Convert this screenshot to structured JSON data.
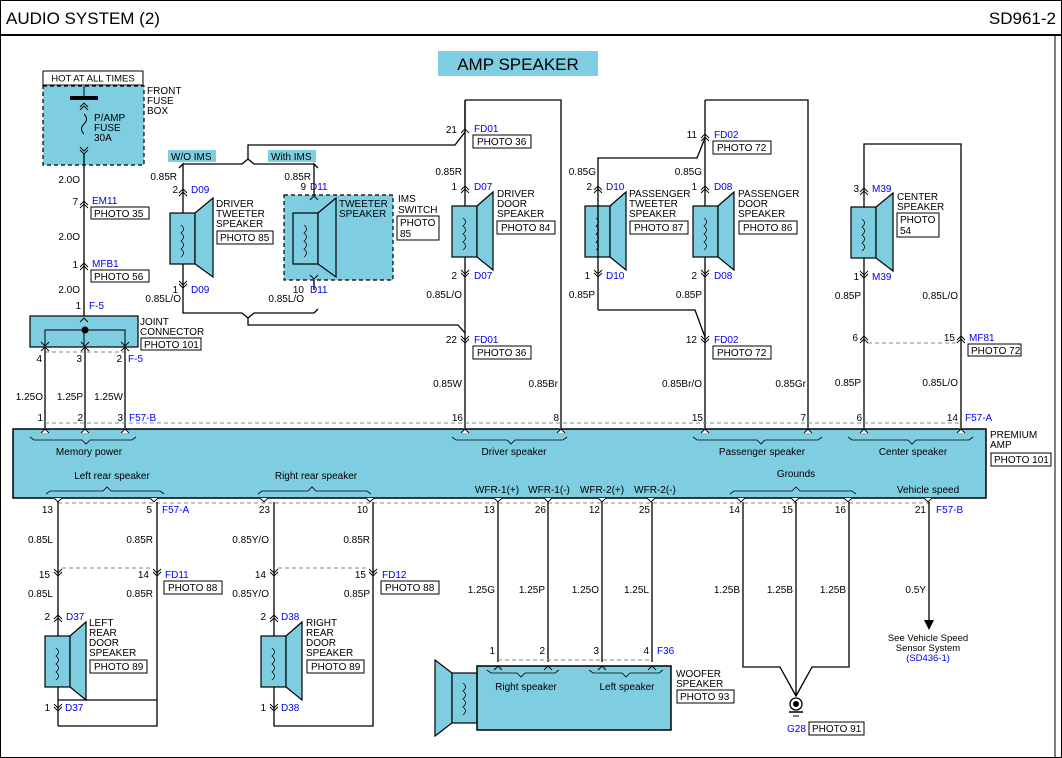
{
  "header": {
    "title": "AUDIO SYSTEM (2)",
    "code": "SD961-2"
  },
  "banner": "AMP SPEAKER",
  "colors": {
    "component_fill": "#7ecde0",
    "link_blue": "#0000ee",
    "wire": "#000000",
    "dashed": "#888888"
  },
  "power": {
    "hot_label": "HOT AT ALL TIMES",
    "fuse_box": [
      "FRONT",
      "FUSE",
      "BOX"
    ],
    "fuse": [
      "P/AMP",
      "FUSE",
      "30A"
    ],
    "wire_top": "2.0O",
    "em11": {
      "pin": "7",
      "connector": "EM11",
      "photo": "PHOTO 35"
    },
    "wire_mid": "2.0O",
    "mfb1": {
      "pin": "1",
      "connector": "MFB1",
      "photo": "PHOTO 56"
    },
    "wire_bottom": "2.0O"
  },
  "joint": {
    "label": [
      "JOINT",
      "CONNECTOR"
    ],
    "photo": "PHOTO 101",
    "in_pin": "1",
    "connector": "F-5",
    "out_pins": [
      "4",
      "3",
      "2"
    ],
    "out_connector": "F-5",
    "wires": [
      "1.25O",
      "1.25P",
      "1.25W"
    ]
  },
  "ims": {
    "wo_label": "W/O IMS",
    "with_label": "With IMS"
  },
  "driver_tweeter": {
    "label": [
      "DRIVER",
      "TWEETER",
      "SPEAKER"
    ],
    "photo": "PHOTO 85",
    "top_wire": "0.85R",
    "top_pin": "2",
    "top_conn": "D09",
    "bot_pin": "1",
    "bot_conn": "D09",
    "bot_wire": "0.85L/O"
  },
  "ims_tweeter": {
    "label": [
      "TWEETER",
      "SPEAKER"
    ],
    "switch_label": [
      "IMS",
      "SWITCH"
    ],
    "photo": [
      "PHOTO",
      "85"
    ],
    "top_wire": "0.85R",
    "top_pin": "9",
    "top_conn": "D11",
    "bot_pin": "10",
    "bot_conn": "D11",
    "bot_wire": "0.85L/O"
  },
  "fd01": {
    "top_pin": "21",
    "connector": "FD01",
    "photo": "PHOTO 36",
    "bot_pin": "22"
  },
  "driver_door": {
    "label": [
      "DRIVER",
      "DOOR",
      "SPEAKER"
    ],
    "photo": "PHOTO 84",
    "top_wire": "0.85R",
    "top_pin": "1",
    "top_conn": "D07",
    "bot_pin": "2",
    "bot_conn": "D07",
    "bot_wire": "0.85L/O",
    "amp_wires": [
      "0.85W",
      "0.85Br"
    ]
  },
  "fd02": {
    "top_pin": "11",
    "connector": "FD02",
    "photo": "PHOTO 72",
    "bot_pin": "12"
  },
  "pass_tweeter": {
    "label": [
      "PASSENGER",
      "TWEETER",
      "SPEAKER"
    ],
    "photo": "PHOTO 87",
    "top_wire": "0.85G",
    "top_pin": "2",
    "top_conn": "D10",
    "bot_pin": "1",
    "bot_conn": "D10",
    "bot_wire": "0.85P"
  },
  "pass_door": {
    "label": [
      "PASSENGER",
      "DOOR",
      "SPEAKER"
    ],
    "photo": "PHOTO 86",
    "top_wire": "0.85G",
    "top_pin": "1",
    "top_conn": "D08",
    "bot_pin": "2",
    "bot_conn": "D08",
    "bot_wire": "0.85P",
    "amp_wires": [
      "0.85Br/O",
      "0.85Gr"
    ]
  },
  "center": {
    "label": [
      "CENTER",
      "SPEAKER"
    ],
    "photo": [
      "PHOTO",
      "54"
    ],
    "top_pin": "3",
    "top_conn": "M39",
    "bot_pin": "1",
    "bot_conn": "M39",
    "wires_upper": [
      "0.85P",
      "0.85L/O"
    ],
    "mf81": {
      "pins": [
        "6",
        "15"
      ],
      "connector": "MF81",
      "photo": "PHOTO 72"
    },
    "wires_lower": [
      "0.85P",
      "0.85L/O"
    ]
  },
  "amp": {
    "label": [
      "PREMIUM",
      "AMP"
    ],
    "photo": "PHOTO 101",
    "top_pins": {
      "memory": [
        "1",
        "2",
        "3"
      ],
      "memory_conn": "F57-B",
      "driver": [
        "16",
        "8"
      ],
      "passenger": [
        "15",
        "7"
      ],
      "center": [
        "6",
        "14"
      ],
      "top_conn": "F57-A"
    },
    "groups_top": [
      "Memory power",
      "Driver speaker",
      "Passenger speaker",
      "Center speaker"
    ],
    "groups_bottom": [
      "Left rear speaker",
      "Right rear speaker",
      "Grounds",
      "Vehicle speed"
    ],
    "wfr": [
      "WFR-1(+)",
      "WFR-1(-)",
      "WFR-2(+)",
      "WFR-2(-)"
    ],
    "bottom_pins": [
      "13",
      "5",
      "23",
      "10",
      "13",
      "26",
      "12",
      "25",
      "14",
      "15",
      "16",
      "21"
    ],
    "bottom_conn_a": "F57-A",
    "bottom_conn_b": "F57-B"
  },
  "left_rear": {
    "wires_upper": [
      "0.85L",
      "0.85R"
    ],
    "fd11": {
      "pins": [
        "15",
        "14"
      ],
      "connector": "FD11",
      "photo": "PHOTO 88"
    },
    "wires_lower": [
      "0.85L",
      "0.85R"
    ],
    "label": [
      "LEFT",
      "REAR",
      "DOOR",
      "SPEAKER"
    ],
    "photo": "PHOTO 89",
    "top_pin": "2",
    "top_conn": "D37",
    "bot_pin": "1",
    "bot_conn": "D37"
  },
  "right_rear": {
    "wires_upper": [
      "0.85Y/O",
      "0.85R"
    ],
    "fd12": {
      "pins": [
        "14",
        "15"
      ],
      "connector": "FD12",
      "photo": "PHOTO 88"
    },
    "wires_lower": [
      "0.85Y/O",
      "0.85P"
    ],
    "label": [
      "RIGHT",
      "REAR",
      "DOOR",
      "SPEAKER"
    ],
    "photo": "PHOTO 89",
    "top_pin": "2",
    "top_conn": "D38",
    "bot_pin": "1",
    "bot_conn": "D38"
  },
  "woofer": {
    "wires": [
      "1.25G",
      "1.25P",
      "1.25O",
      "1.25L"
    ],
    "pins": [
      "1",
      "2",
      "3",
      "4"
    ],
    "connector": "F36",
    "groups": [
      "Right speaker",
      "Left speaker"
    ],
    "label": [
      "WOOFER",
      "SPEAKER"
    ],
    "photo": "PHOTO 93"
  },
  "grounds": {
    "wires": [
      "1.25B",
      "1.25B",
      "1.25B"
    ],
    "ground": "G28",
    "photo": "PHOTO 91"
  },
  "vehicle_speed": {
    "wire": "0.5Y",
    "note": [
      "See Vehicle Speed",
      "Sensor System"
    ],
    "ref": "(SD436-1)"
  }
}
